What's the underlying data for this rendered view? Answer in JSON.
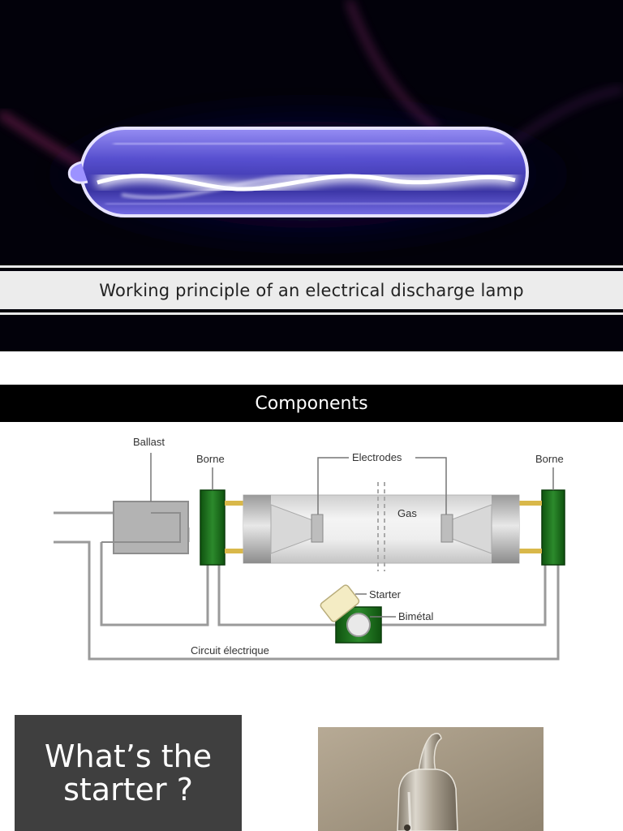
{
  "slide1": {
    "title": "Working principle of an electrical discharge lamp"
  },
  "slide2": {
    "header": "Components",
    "diagram_labels": {
      "ballast": "Ballast",
      "borne_left": "Borne",
      "electrodes": "Electrodes",
      "borne_right": "Borne",
      "gas": "Gas",
      "starter": "Starter",
      "bimetal": "Bimétal",
      "circuit": "Circuit électrique"
    }
  },
  "slide3": {
    "question": "What’s the starter ?"
  },
  "colors": {
    "plasma_glow": "#b8a8ff",
    "terminal_green": "#1d6e1d",
    "slide_box": "#3f3f3f"
  }
}
